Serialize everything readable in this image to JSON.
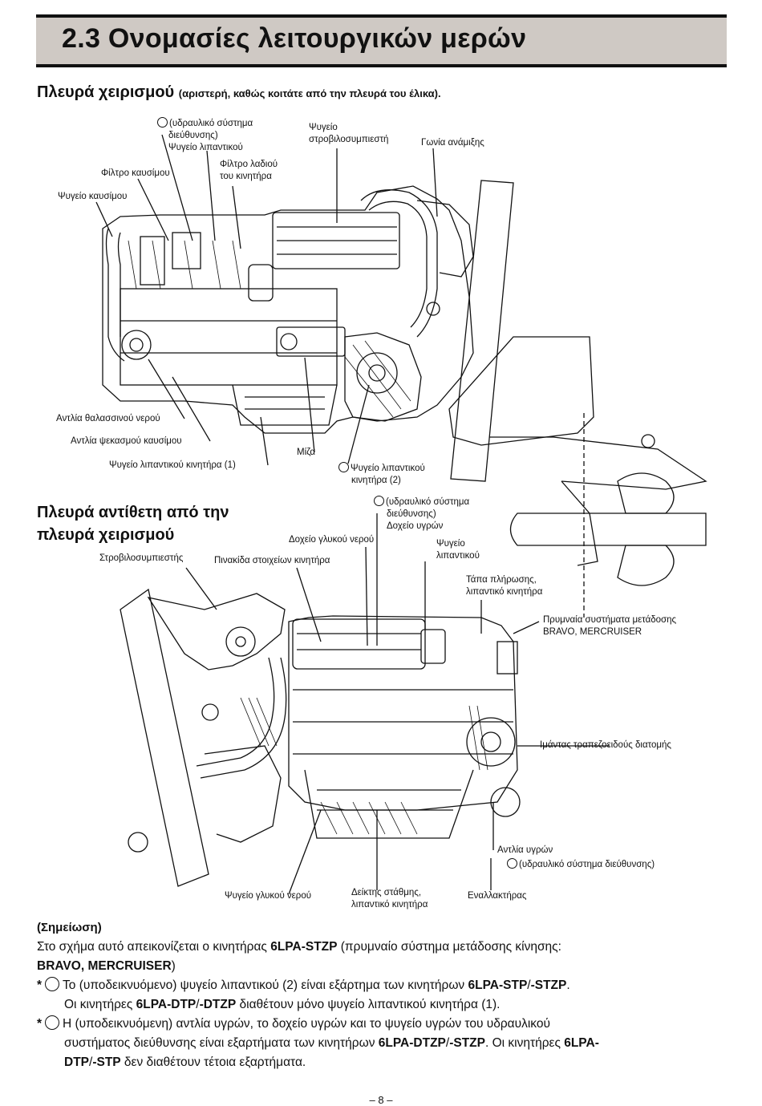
{
  "title": "2.3 Ονομασίες λειτουργικών μερών",
  "section1": {
    "heading": "Πλευρά χειρισμού",
    "subheading": "(αριστερή, καθώς κοιτάτε από την πλευρά του έλικα).",
    "labels": {
      "hydraulic_cooler_1": "(υδραυλικό σύστημα",
      "hydraulic_cooler_2": "διεύθυνσης)",
      "hydraulic_cooler_3": "Ψυγείο λιπαντικού",
      "turbo_cooler_1": "Ψυγείο",
      "turbo_cooler_2": "στροβιλοσυμπιεστή",
      "mixing_elbow": "Γωνία ανάμιξης",
      "fuel_filter": "Φίλτρο καυσίμου",
      "oil_filter_1": "Φίλτρο λαδιού",
      "oil_filter_2": "του κινητήρα",
      "fuel_cooler": "Ψυγείο καυσίμου",
      "sea_water_pump": "Αντλία θαλασσινού νερού",
      "fuel_injection_pump": "Αντλία ψεκασμού καυσίμου",
      "oil_cooler_1": "Ψυγείο λιπαντικού κινητήρα (1)",
      "starter": "Μίζα",
      "oil_cooler_2a": "Ψυγείο λιπαντικού",
      "oil_cooler_2b": "κινητήρα (2)"
    }
  },
  "section2": {
    "heading_line1": "Πλευρά αντίθετη από την",
    "heading_line2": "πλευρά χειρισμού",
    "labels": {
      "hyd_tank_1": "(υδραυλικό σύστημα",
      "hyd_tank_2": "διεύθυνσης)",
      "hyd_tank_3": "Δοχείο υγρών",
      "fresh_water_tank": "Δοχείο γλυκού νερού",
      "hyd_cooler_1": "Ψυγείο",
      "hyd_cooler_2": "λιπαντικού",
      "turbocharger": "Στροβιλοσυμπιεστής",
      "engine_plate": "Πινακίδα στοιχείων κινητήρα",
      "oil_cap_1": "Τάπα πλήρωσης,",
      "oil_cap_2": "λιπαντικό κινητήρα",
      "stern_drive_1": "Πρυμναία συστήματα μετάδοσης",
      "stern_drive_2": "BRAVO, MERCRUISER",
      "v_belt": "Ιμάντας τραπεζοειδούς διατομής",
      "fluid_pump": "Αντλία υγρών",
      "fluid_pump_2": "(υδραυλικό σύστημα διεύθυνσης)",
      "fresh_water_cooler": "Ψυγείο γλυκού νερού",
      "dipstick_1": "Δείκτης στάθμης,",
      "dipstick_2": "λιπαντικό κινητήρα",
      "alternator": "Εναλλακτήρας"
    }
  },
  "note": {
    "heading": "(Σημείωση)",
    "p1_a": "Στο σχήμα αυτό απεικονίζεται ο κινητήρας ",
    "p1_b": "6LPA-STZP",
    "p1_c": " (πρυμναίο σύστημα μετάδοσης κίνησης:",
    "p1_d": "BRAVO, MERCRUISER",
    "p1_e": ")",
    "star": "*",
    "p2_a": "Το (υποδεικνυόμενο) ψυγείο λιπαντικού (2) είναι εξάρτημα των κινητήρων ",
    "p2_b": "6LPA-STP",
    "p2_c": "/",
    "p2_d": "-STZP",
    "p2_e": ".",
    "p3_a": "Οι κινητήρες ",
    "p3_b": "6LPA-DTP",
    "p3_c": "/",
    "p3_d": "-DTZP",
    "p3_e": " διαθέτουν μόνο ψυγείο λιπαντικού κινητήρα (1).",
    "p4_a": "Η (υποδεικνυόμενη) αντλία υγρών, το δοχείο υγρών και το ψυγείο υγρών του υδραυλικού",
    "p5_a": "συστήματος διεύθυνσης είναι εξαρτήματα των κινητήρων ",
    "p5_b": "6LPA-DTZP",
    "p5_c": "/",
    "p5_d": "-STZP",
    "p5_e": ". Οι κινητήρες ",
    "p5_f": "6LPA-",
    "p6_a": "DTP",
    "p6_b": "/",
    "p6_c": "-STP",
    "p6_d": " δεν διαθέτουν τέτοια εξαρτήματα."
  },
  "page_number": "– 8 –"
}
